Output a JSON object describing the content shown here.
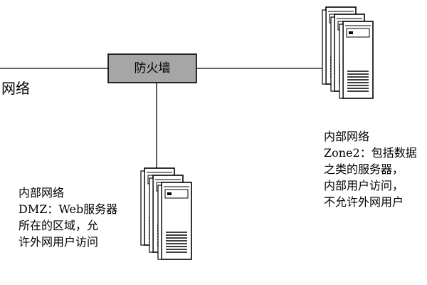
{
  "external_network": {
    "label": "网络"
  },
  "firewall": {
    "label": "防火墙"
  },
  "dmz": {
    "lines": [
      "内部网络",
      "DMZ：Web服务器",
      "所在的区域，允",
      "许外网用户访问"
    ]
  },
  "zone2": {
    "lines": [
      "内部网络",
      "Zone2：包括数据",
      "之类的服务器，",
      "内部用户访问，",
      "不允许外网用户"
    ]
  },
  "colors": {
    "firewall_fill": "#a6a6a6",
    "line": "#000000",
    "server_body": "#ffffff"
  },
  "icons": [
    "server-stack-icon"
  ]
}
